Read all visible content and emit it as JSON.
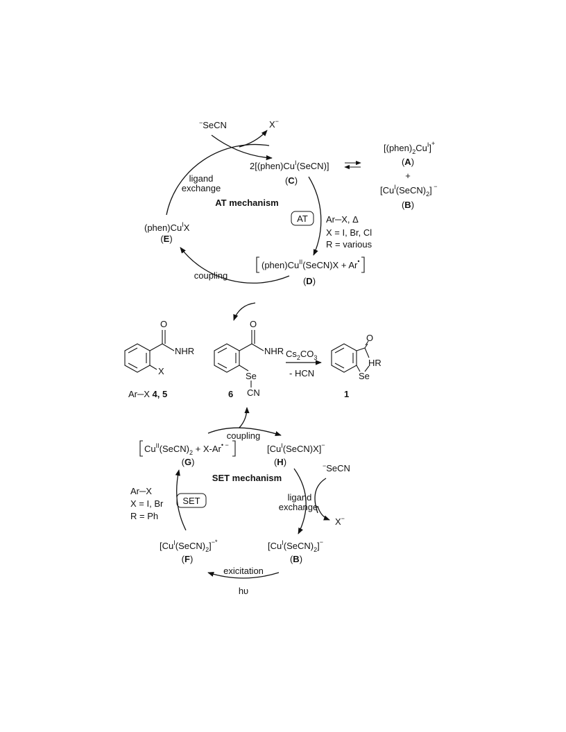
{
  "at_cycle": {
    "title": "AT mechanism",
    "reagent_in": "SeCN",
    "leaving": "X",
    "C": {
      "lead": "2[(phen)Cu",
      "ox": "I",
      "tail": "(SeCN)]",
      "id": "C"
    },
    "A": {
      "lead": "[(phen)",
      "sub": "2",
      "mid": "Cu",
      "ox": "I",
      "tail": "]",
      "id": "A"
    },
    "plus": "+",
    "B": {
      "lead": "[Cu",
      "ox": "I",
      "mid": "(SeCN)",
      "sub": "2",
      "tail": "]",
      "id": "B"
    },
    "D": {
      "lead": "(phen)Cu",
      "ox": "II",
      "tail": "(SeCN)X + Ar",
      "id": "D"
    },
    "E": {
      "lead": "(phen)Cu",
      "ox": "I",
      "tail": "X",
      "id": "E"
    },
    "ligand_1": "ligand",
    "ligand_2": "exchange",
    "badge": "AT",
    "conditions": [
      "Ar─X, Δ",
      "X = I, Br, Cl",
      "R = various"
    ],
    "coupling": "coupling"
  },
  "compounds": {
    "arx": {
      "group": "NHR",
      "subst": "X",
      "label": "Ar─X",
      "num": "4, 5"
    },
    "c6": {
      "group": "NHR",
      "se": "Se",
      "cn": "CN",
      "num": "6"
    },
    "c1": {
      "o": "O",
      "hr": "HR",
      "se": "Se",
      "num": "1"
    },
    "reagent": {
      "lead": "Cs",
      "sub1": "2",
      "mid": "CO",
      "sub2": "3",
      "byproduct": "- HCN"
    },
    "o_atom": "O"
  },
  "set_cycle": {
    "title": "SET mechanism",
    "coupling": "coupling",
    "G": {
      "lead": "Cu",
      "ox": "II",
      "mid": "(SeCN)",
      "sub": "2",
      "tail": " + X-Ar",
      "id": "G"
    },
    "H": {
      "lead": "[Cu",
      "ox": "I",
      "tail": "(SeCN)X]",
      "id": "H"
    },
    "reagent_in": "SeCN",
    "ligand_1": "ligand",
    "ligand_2": "exchange",
    "leaving": "X",
    "badge": "SET",
    "conditions": [
      "Ar─X",
      "X = I, Br",
      "R = Ph"
    ],
    "F": {
      "lead": "[Cu",
      "ox": "I",
      "mid": "(SeCN)",
      "sub": "2",
      "tail": "]",
      "id": "F"
    },
    "B": {
      "lead": "[Cu",
      "ox": "I",
      "mid": "(SeCN)",
      "sub": "2",
      "tail": "]",
      "id": "B"
    },
    "excitation": "exicitation",
    "light": "hυ"
  }
}
